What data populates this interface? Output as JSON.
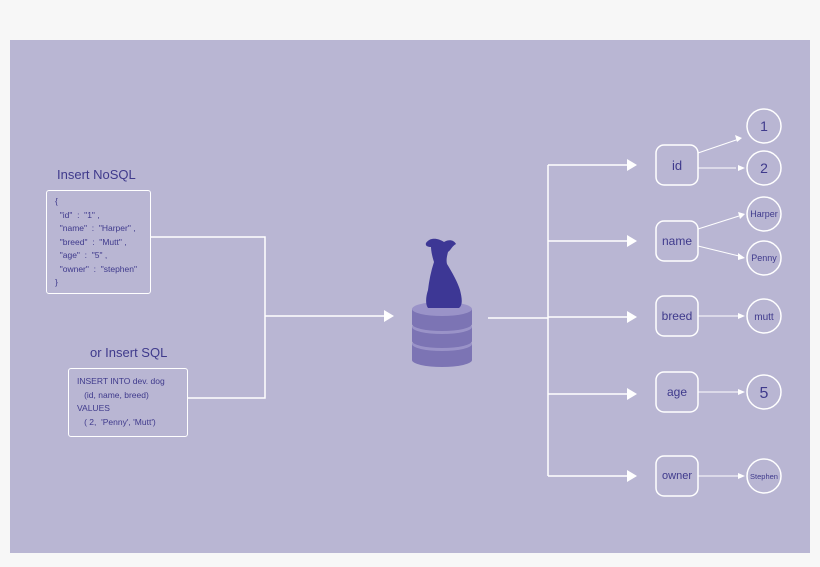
{
  "nosql": {
    "title": "Insert NoSQL",
    "lines": [
      "{",
      "  \"id\"  :  \"1\" ,",
      "  \"name\"  :  \"Harper\" ,",
      "  \"breed\"  :  \"Mutt\" ,",
      "  \"age\"  :  \"5\" ,",
      "  \"owner\"  :  \"stephen\"",
      "}"
    ]
  },
  "sql": {
    "title": "or Insert SQL",
    "lines": [
      "INSERT INTO dev. dog",
      "   (id, name, breed)",
      "VALUES",
      "   ( 2,  'Penny', 'Mutt')"
    ]
  },
  "fields": [
    {
      "label": "id",
      "values": [
        "1",
        "2"
      ]
    },
    {
      "label": "name",
      "values": [
        "Harper",
        "Penny"
      ]
    },
    {
      "label": "breed",
      "values": [
        "mutt"
      ]
    },
    {
      "label": "age",
      "values": [
        "5"
      ]
    },
    {
      "label": "owner",
      "values": [
        "Stephen"
      ]
    }
  ],
  "colors": {
    "background": "#b9b6d3",
    "ink": "#3f3a8c",
    "line": "#ffffff",
    "database": "#7c74b4",
    "dog": "#3d3795"
  }
}
